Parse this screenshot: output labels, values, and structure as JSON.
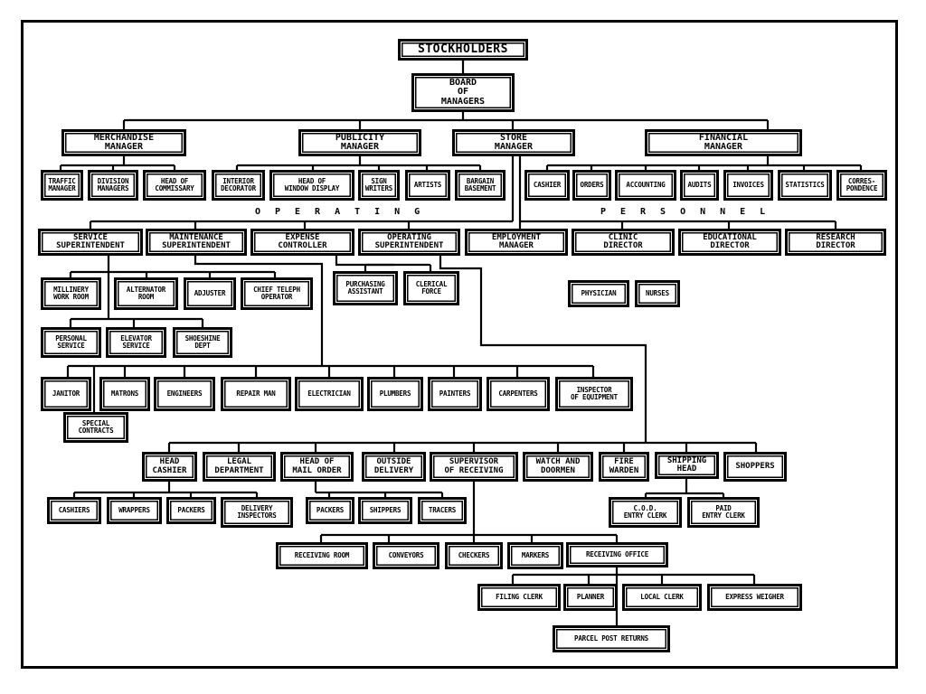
{
  "chart": {
    "stockholders": "STOCKHOLDERS",
    "board": "BOARD\nOF\nMANAGERS",
    "managers": {
      "merchandise": "MERCHANDISE\nMANAGER",
      "publicity": "PUBLICITY\nMANAGER",
      "store": "STORE\nMANAGER",
      "financial": "FINANCIAL\nMANAGER"
    },
    "merchandise_staff": {
      "traffic": "TRAFFIC\nMANAGER",
      "division": "DIVISION\nMANAGERS",
      "commissary": "HEAD OF\nCOMMISSARY"
    },
    "publicity_staff": {
      "interior": "INTERIOR\nDECORATOR",
      "window": "HEAD OF\nWINDOW DISPLAY",
      "sign": "SIGN\nWRITERS",
      "artists": "ARTISTS",
      "bargain": "BARGAIN\nBASEMENT"
    },
    "financial_staff": {
      "cashier": "CASHIER",
      "orders": "ORDERS",
      "accounting": "ACCOUNTING",
      "audits": "AUDITS",
      "invoices": "INVOICES",
      "statistics": "STATISTICS",
      "correspondence": "CORRES-\nPONDENCE"
    },
    "section_labels": {
      "operating": "OPERATING",
      "personnel": "PERSONNEL"
    },
    "operating": {
      "service": "SERVICE\nSUPERINTENDENT",
      "maintenance": "MAINTENANCE\nSUPERINTENDENT",
      "expense": "EXPENSE\nCONTROLLER",
      "operating_super": "OPERATING\nSUPERINTENDENT"
    },
    "personnel": {
      "employment": "EMPLOYMENT\nMANAGER",
      "clinic": "CLINIC\nDIRECTOR",
      "educational": "EDUCATIONAL\nDIRECTOR",
      "research": "RESEARCH\nDIRECTOR"
    },
    "service_staff": {
      "millinery": "MILLINERY\nWORK ROOM",
      "alternator": "ALTERNATOR\nROOM",
      "adjuster": "ADJUSTER",
      "telephone": "CHIEF TELEPH\nOPERATOR",
      "personal": "PERSONAL\nSERVICE",
      "elevator": "ELEVATOR\nSERVICE",
      "shoeshine": "SHOESHINE\nDEPT"
    },
    "expense_staff": {
      "purchasing": "PURCHASING\nASSISTANT",
      "clerical": "CLERICAL\nFORCE"
    },
    "clinic_staff": {
      "physician": "PHYSICIAN",
      "nurses": "NURSES"
    },
    "maintenance_staff": {
      "janitor": "JANITOR",
      "matrons": "MATRONS",
      "engineers": "ENGINEERS",
      "repair": "REPAIR MAN",
      "electrician": "ELECTRICIAN",
      "plumbers": "PLUMBERS",
      "painters": "PAINTERS",
      "carpenters": "CARPENTERS",
      "inspector": "INSPECTOR\nOF EQUIPMENT",
      "special": "SPECIAL\nCONTRACTS"
    },
    "operating_staff": {
      "head_cashier": "HEAD\nCASHIER",
      "legal": "LEGAL\nDEPARTMENT",
      "mail_order": "HEAD OF\nMAIL ORDER",
      "outside": "OUTSIDE\nDELIVERY",
      "receiving": "SUPERVISOR\nOF RECEIVING",
      "watch": "WATCH AND\nDOORMEN",
      "fire": "FIRE\nWARDEN",
      "shipping": "SHIPPING\nHEAD",
      "shoppers": "SHOPPERS"
    },
    "cashier_staff": {
      "cashiers": "CASHIERS",
      "wrappers": "WRAPPERS",
      "packers": "PACKERS",
      "delivery_inspectors": "DELIVERY\nINSPECTORS"
    },
    "mail_staff": {
      "packers": "PACKERS",
      "shippers": "SHIPPERS",
      "tracers": "TRACERS"
    },
    "shipping_staff": {
      "cod": "C.O.D.\nENTRY CLERK",
      "paid": "PAID\nENTRY CLERK"
    },
    "receiving_staff": {
      "room": "RECEIVING ROOM",
      "conveyors": "CONVEYORS",
      "checkers": "CHECKERS",
      "markers": "MARKERS",
      "office": "RECEIVING OFFICE"
    },
    "office_staff": {
      "filing": "FILING CLERK",
      "planner": "PLANNER",
      "local": "LOCAL CLERK",
      "express": "EXPRESS WEIGHER",
      "parcel": "PARCEL POST RETURNS"
    }
  }
}
